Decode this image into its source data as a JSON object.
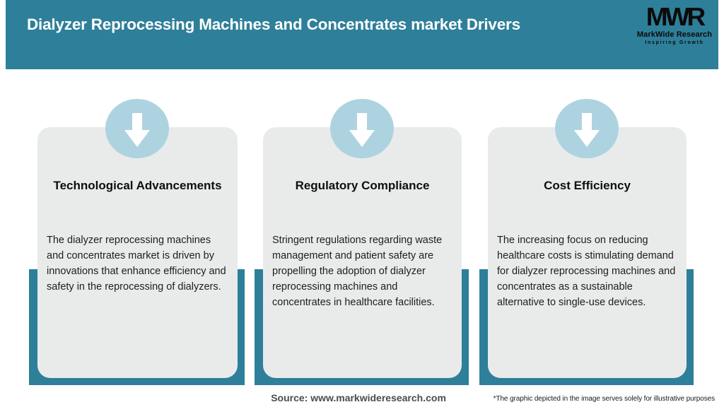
{
  "header": {
    "title": "Dialyzer Reprocessing Machines and Concentrates market Drivers",
    "logo": {
      "monogram": "MWR",
      "name": "MarkWide Research",
      "tagline": "Inspiring Growth"
    }
  },
  "cards": [
    {
      "icon": "down-arrow-icon",
      "title": "Technological Advancements",
      "body": "The dialyzer reprocessing machines and concentrates market is driven by innovations that enhance efficiency and safety in the reprocessing of dialyzers."
    },
    {
      "icon": "down-arrow-icon",
      "title": "Regulatory Compliance",
      "body": "Stringent regulations regarding waste management and patient safety are propelling the adoption of dialyzer reprocessing machines and concentrates in healthcare facilities."
    },
    {
      "icon": "down-arrow-icon",
      "title": "Cost Efficiency",
      "body": "The increasing focus on reducing healthcare costs is stimulating demand for dialyzer reprocessing machines and concentrates as a sustainable alternative to single-use devices."
    }
  ],
  "footer": {
    "source": "Source: www.markwideresearch.com",
    "disclaimer": "*The graphic depicted in the image serves solely for illustrative purposes"
  },
  "colors": {
    "teal": "#2e7f99",
    "circle_blue": "#aed3e0",
    "card_bg": "#e9ebeb"
  }
}
